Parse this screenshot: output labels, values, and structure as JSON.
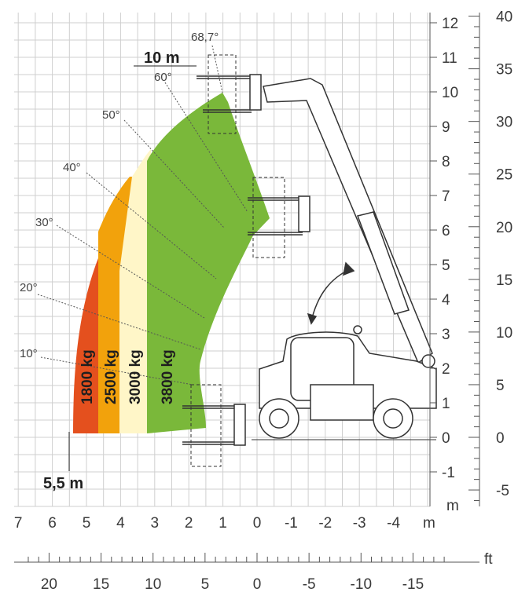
{
  "chart_data": {
    "type": "load-chart",
    "y_axis_m": {
      "ticks": [
        "12",
        "11",
        "10",
        "9",
        "8",
        "7",
        "6",
        "5",
        "4",
        "3",
        "2",
        "1",
        "0",
        "-1"
      ],
      "unit": "m"
    },
    "y_axis_ft": {
      "ticks": [
        "40",
        "35",
        "30",
        "25",
        "20",
        "15",
        "10",
        "5",
        "0",
        "-5"
      ],
      "unit": "ft"
    },
    "x_axis_m": {
      "ticks": [
        "7",
        "6",
        "5",
        "4",
        "3",
        "2",
        "1",
        "0",
        "-1",
        "-2",
        "-3",
        "-4"
      ],
      "unit": "m"
    },
    "x_axis_ft": {
      "ticks": [
        "20",
        "15",
        "10",
        "5",
        "0",
        "-5",
        "-10",
        "-15"
      ],
      "unit": "ft"
    },
    "boom_angles": [
      "68,7°",
      "60°",
      "50°",
      "40°",
      "30°",
      "20°",
      "10°"
    ],
    "load_zones": [
      {
        "label": "1800 kg",
        "color": "#e4501e"
      },
      {
        "label": "2500 kg",
        "color": "#f2a20c"
      },
      {
        "label": "3000 kg",
        "color": "#fff6c8"
      },
      {
        "label": "3800 kg",
        "color": "#7ab83a"
      }
    ],
    "max_height_label": "10 m",
    "max_reach_label": "5,5 m",
    "grid": true
  },
  "colors": {
    "grid": "#cfcfcf",
    "machine_line": "#333333"
  }
}
